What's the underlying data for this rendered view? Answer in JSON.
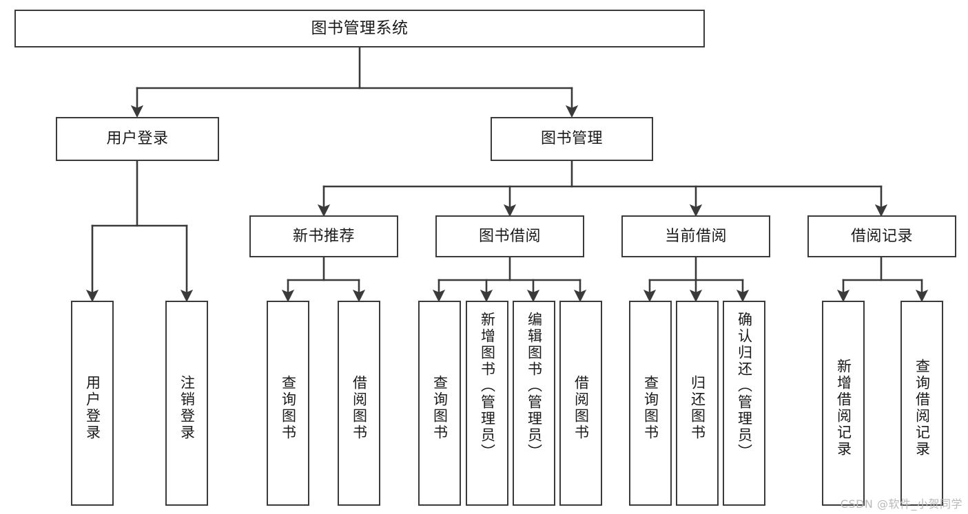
{
  "diagram": {
    "title": "图书管理系统",
    "type": "tree-hierarchy-diagram",
    "colors": {
      "stroke": "#3a3a3a",
      "fill": "#ffffff",
      "text": "#1a1a1a",
      "watermark": "#b9b9b9"
    },
    "watermark": "CSDN @软件_小贺同学"
  },
  "nodes": {
    "root": {
      "label": "图书管理系统"
    },
    "level2": [
      {
        "label": "用户登录"
      },
      {
        "label": "图书管理"
      }
    ],
    "level3": [
      {
        "label": "新书推荐"
      },
      {
        "label": "图书借阅"
      },
      {
        "label": "当前借阅"
      },
      {
        "label": "借阅记录"
      }
    ],
    "leaves": {
      "user_login": [
        {
          "label": "用户登录"
        },
        {
          "label": "注销登录"
        }
      ],
      "new_book_recommend": [
        {
          "label": "查询图书"
        },
        {
          "label": "借阅图书"
        }
      ],
      "book_borrow": [
        {
          "label": "查询图书"
        },
        {
          "label": "新增图书（管理员）"
        },
        {
          "label": "编辑图书（管理员）"
        },
        {
          "label": "借阅图书"
        }
      ],
      "current_borrow": [
        {
          "label": "查询图书"
        },
        {
          "label": "归还图书"
        },
        {
          "label": "确认归还（管理员）"
        }
      ],
      "borrow_record": [
        {
          "label": "新增借阅记录"
        },
        {
          "label": "查询借阅记录"
        }
      ]
    }
  }
}
